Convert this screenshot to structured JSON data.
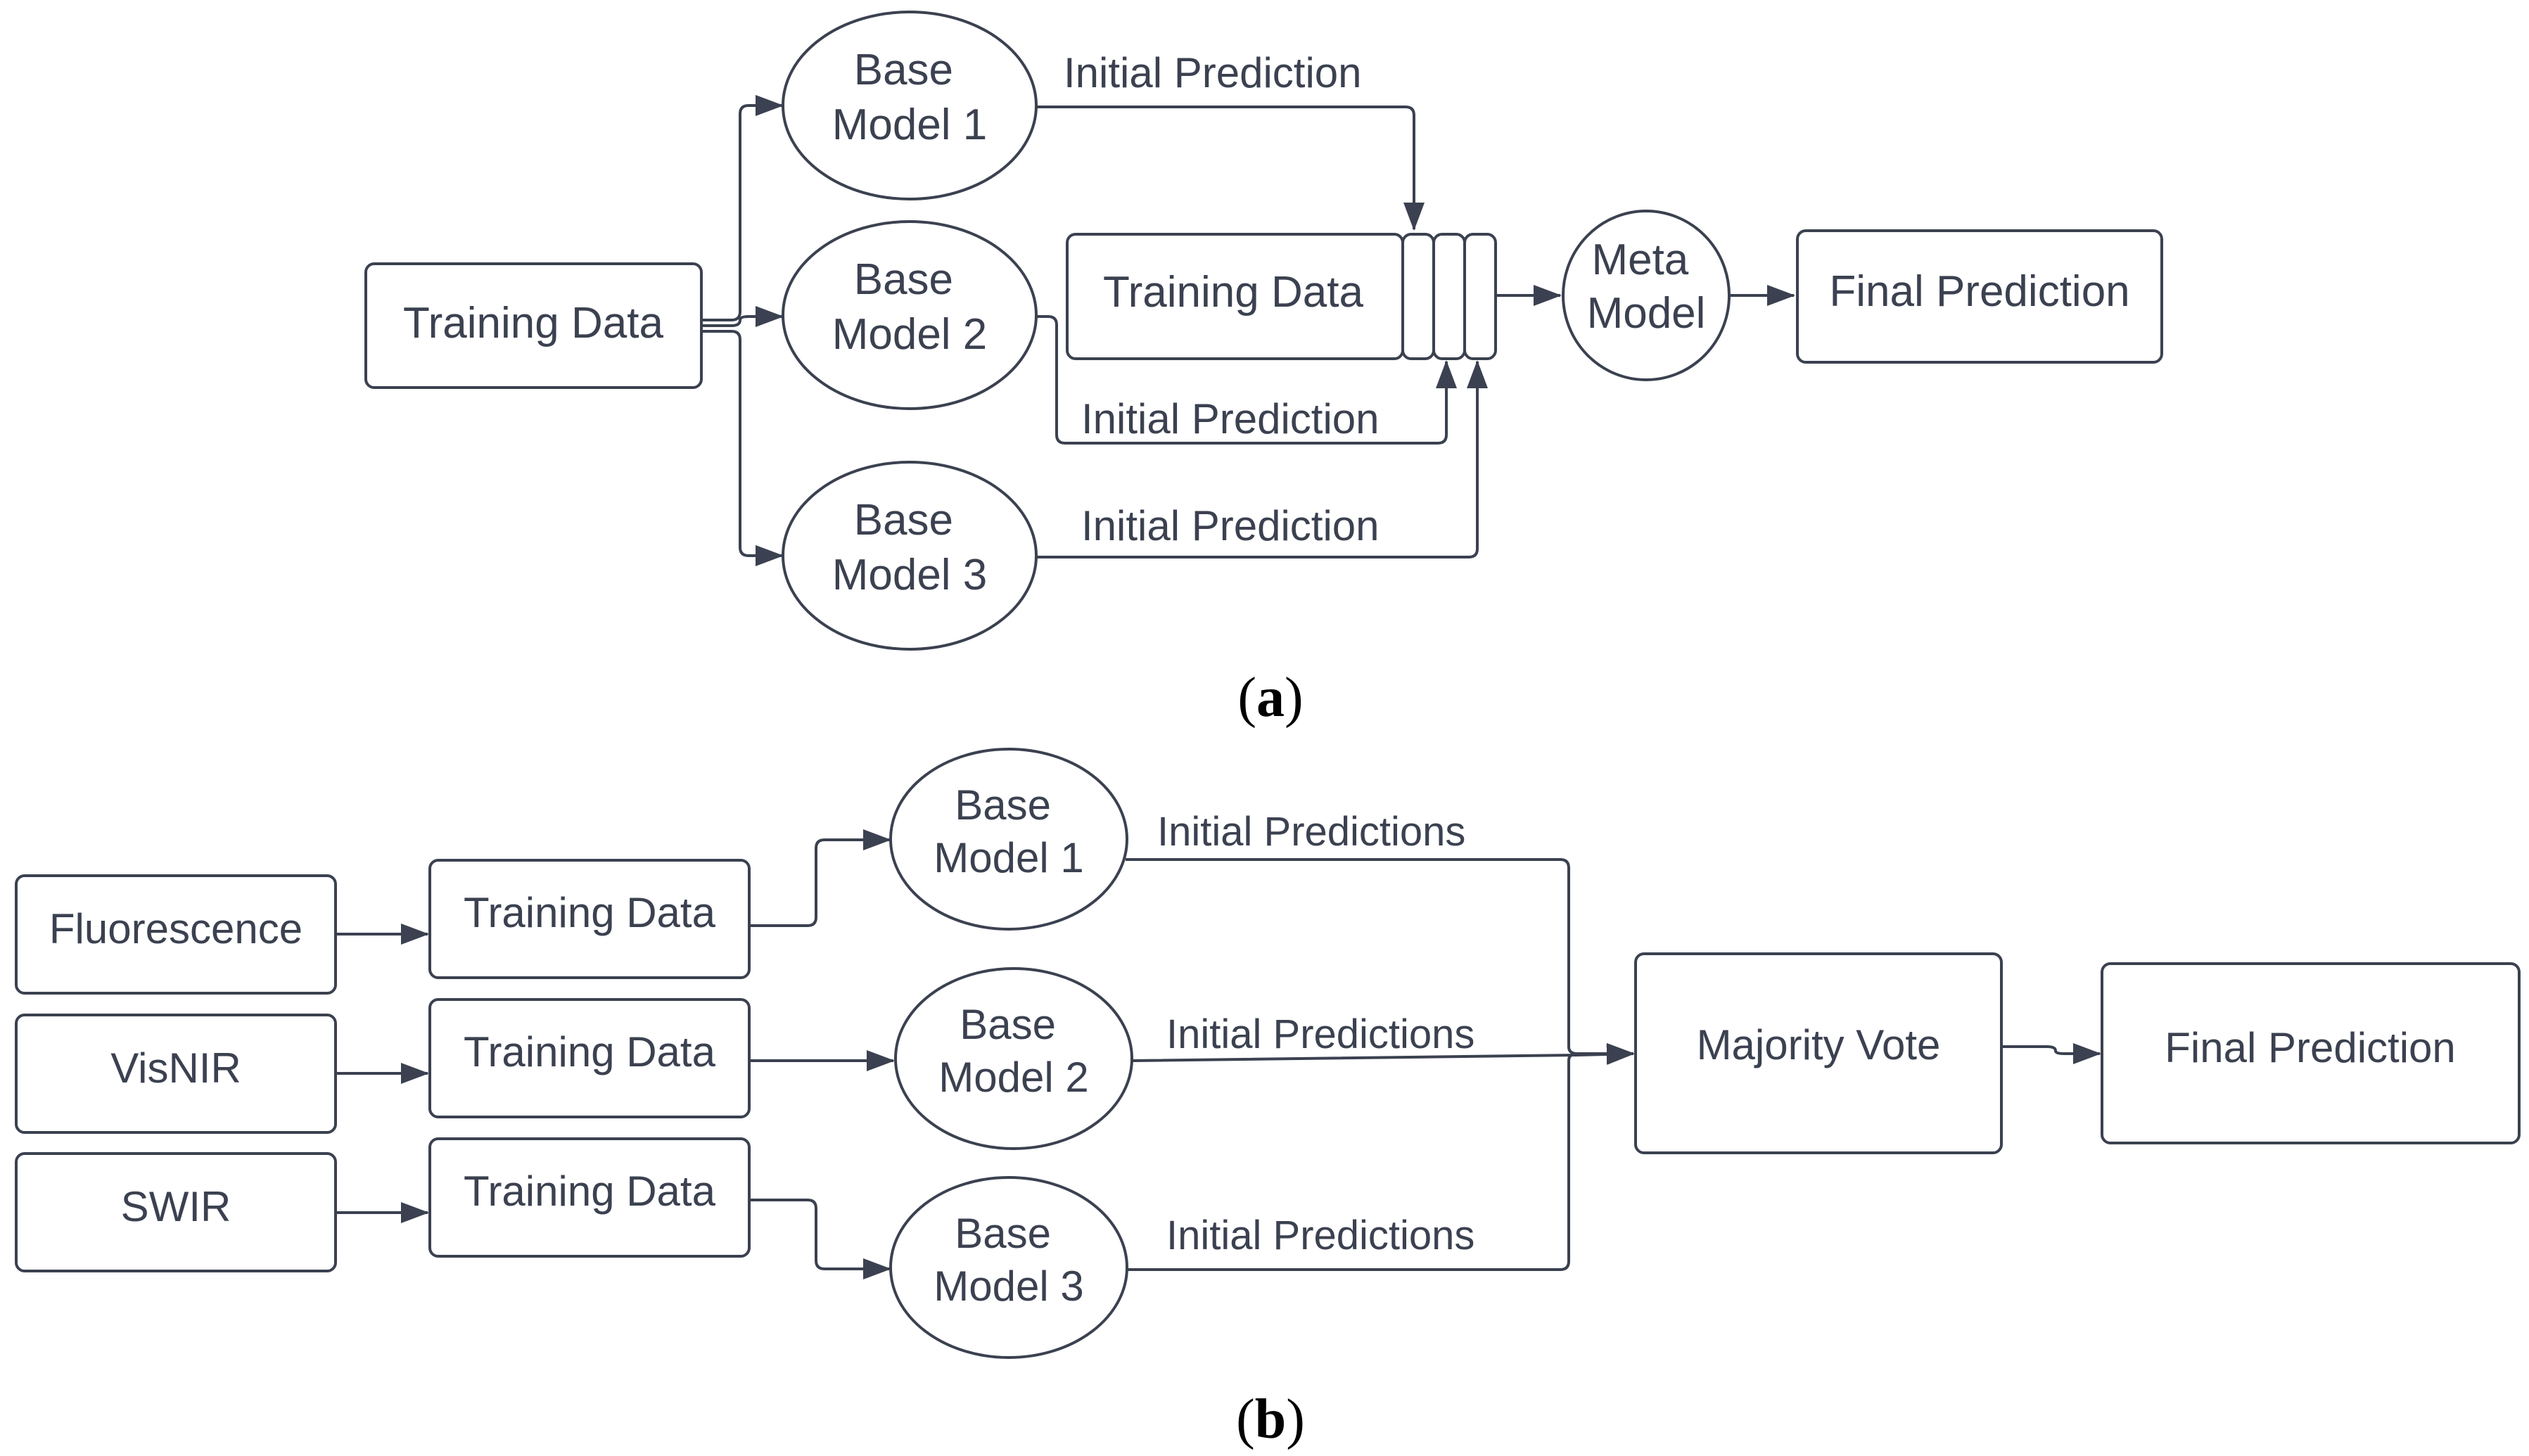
{
  "colors": {
    "stroke": "#3b4150",
    "text": "#3b4150",
    "caption": "#000000",
    "background": "#ffffff"
  },
  "diagram_a": {
    "training_data": "Training Data",
    "base_model_1": [
      "Base",
      "Model 1"
    ],
    "base_model_2": [
      "Base",
      "Model 2"
    ],
    "base_model_3": [
      "Base",
      "Model 3"
    ],
    "initial_prediction_1": "Initial Prediction",
    "initial_prediction_2": "Initial Prediction",
    "initial_prediction_3": "Initial Prediction",
    "stacked_training_data": "Training Data",
    "meta_model": [
      "Meta",
      "Model"
    ],
    "final_prediction": "Final Prediction",
    "caption_open": "(",
    "caption_letter": "a",
    "caption_close": ")"
  },
  "diagram_b": {
    "source_1": "Fluorescence",
    "source_2": "VisNIR",
    "source_3": "SWIR",
    "training_data_1": "Training Data",
    "training_data_2": "Training Data",
    "training_data_3": "Training Data",
    "base_model_1": [
      "Base",
      "Model 1"
    ],
    "base_model_2": [
      "Base",
      "Model 2"
    ],
    "base_model_3": [
      "Base",
      "Model 3"
    ],
    "initial_predictions_1": "Initial Predictions",
    "initial_predictions_2": "Initial Predictions",
    "initial_predictions_3": "Initial Predictions",
    "majority_vote": "Majority Vote",
    "final_prediction": "Final Prediction",
    "caption_open": "(",
    "caption_letter": "b",
    "caption_close": ")"
  }
}
